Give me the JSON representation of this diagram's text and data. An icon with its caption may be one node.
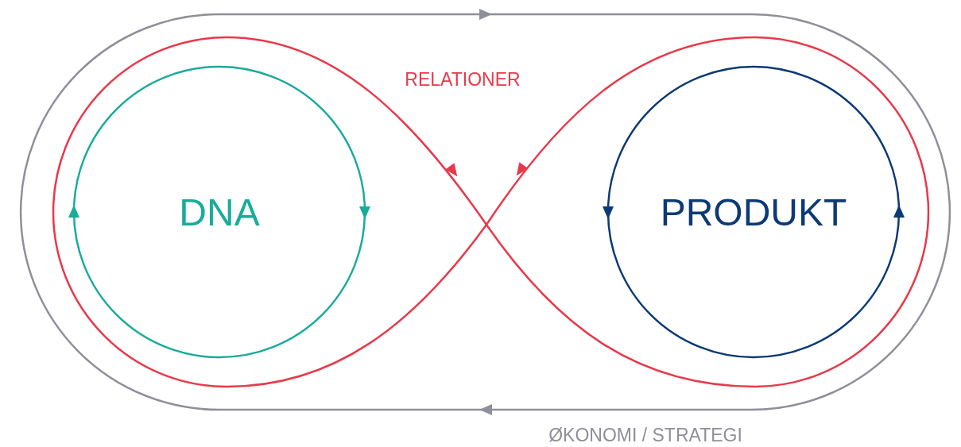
{
  "diagram": {
    "nodes": [
      {
        "text": [
          "DNA"
        ]
      },
      {
        "text": [
          "PRODUKT"
        ]
      }
    ],
    "labels": [
      "RELATIONER",
      "ØKONOMI / STRATEGI"
    ]
  }
}
